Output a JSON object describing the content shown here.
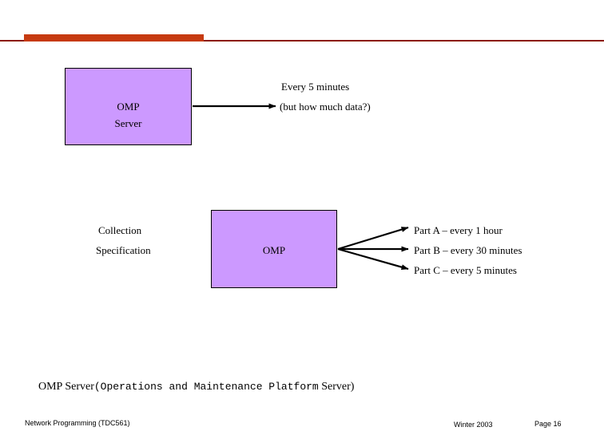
{
  "slide": {
    "boxes": [
      {
        "id": "omp-server-box",
        "label": "OMP\nServer",
        "line1": "OMP",
        "line2": "Server",
        "color": "#CC99FF"
      },
      {
        "id": "omp-box",
        "label": "OMP",
        "color": "#CC99FF"
      }
    ],
    "labels": {
      "every_5_minutes": "Every 5 minutes",
      "but_how_much_data": "(but how much data?)",
      "collection": "Collection",
      "specification": "Specification",
      "part_a": "Part A – every 1 hour",
      "part_b": "Part B – every 30 minutes",
      "part_c": "Part C – every 5 minutes"
    },
    "caption": {
      "prefix": "OMP Server",
      "mono": "(Operations and Maintenance Platform",
      "suffix": " Server)"
    },
    "footer": {
      "left": "Network Programming (TDC561)",
      "center": "Winter  2003",
      "right": "Page 16"
    },
    "accent_colors": {
      "rule_thin": "#8B1A00",
      "rule_thick": "#C63A10",
      "box_fill": "#CC99FF"
    }
  }
}
